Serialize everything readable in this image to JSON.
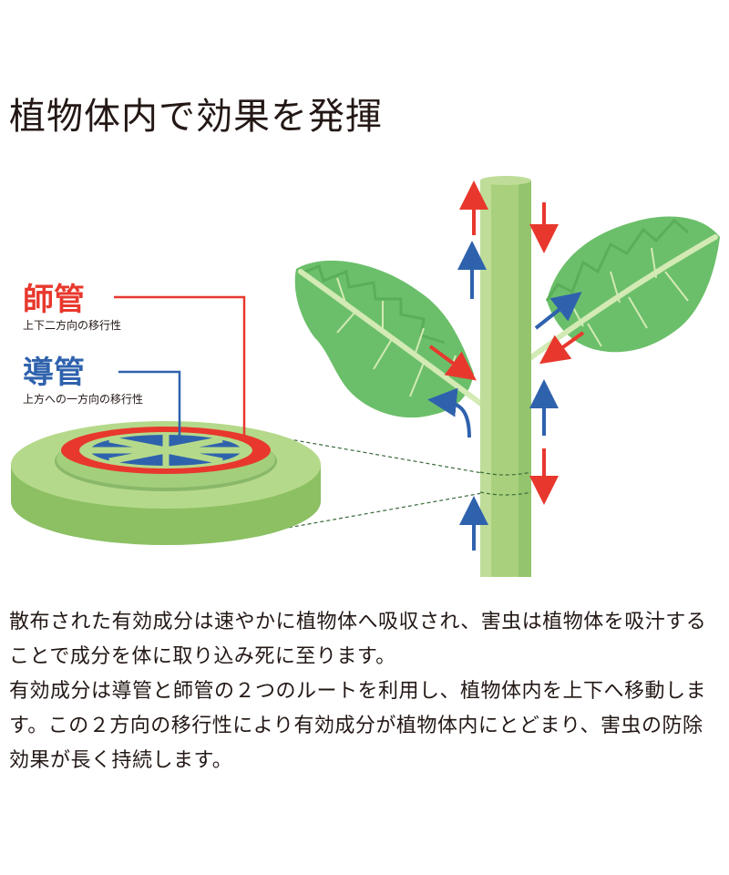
{
  "title": "植物体内で効果を発揮",
  "labels": {
    "phloem": {
      "name": "師管",
      "desc": "上下二方向の移行性",
      "color": "#e8382d"
    },
    "xylem": {
      "name": "導管",
      "desc": "上方への一方向の移行性",
      "color": "#2f62ad"
    }
  },
  "colors": {
    "plant_light": "#a9d17d",
    "plant_mid": "#8cc063",
    "leaf": "#6bbf6a",
    "leaf_vein": "#d3eab4",
    "arrow_red": "#e8382d",
    "arrow_blue": "#2f62ad"
  },
  "paragraphs": [
    "散布された有効成分は速やかに植物体へ吸収され、害虫は植物体を吸汁することで成分を体に取り込み死に至ります。",
    "有効成分は導管と師管の２つのルートを利用し、植物体内を上下へ移動します。この２方向の移行性により有効成分が植物体内にとどまり、害虫の防除効果が長く持続します。"
  ]
}
